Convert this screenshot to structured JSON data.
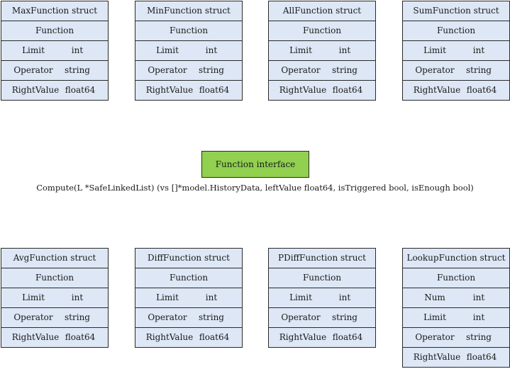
{
  "interface": {
    "name": "Function interface",
    "signature": "Compute(L *SafeLinkedList) (vs []*model.HistoryData, leftValue float64, isTriggered bool, isEnough bool)"
  },
  "structs": [
    {
      "title": "MaxFunction struct",
      "embedded": "Function",
      "fields": [
        {
          "name": "Limit",
          "type": "int"
        },
        {
          "name": "Operator",
          "type": "string"
        },
        {
          "name": "RightValue",
          "type": "float64"
        }
      ]
    },
    {
      "title": "MinFunction struct",
      "embedded": "Function",
      "fields": [
        {
          "name": "Limit",
          "type": "int"
        },
        {
          "name": "Operator",
          "type": "string"
        },
        {
          "name": "RightValue",
          "type": "float64"
        }
      ]
    },
    {
      "title": "AllFunction struct",
      "embedded": "Function",
      "fields": [
        {
          "name": "Limit",
          "type": "int"
        },
        {
          "name": "Operator",
          "type": "string"
        },
        {
          "name": "RightValue",
          "type": "float64"
        }
      ]
    },
    {
      "title": "SumFunction struct",
      "embedded": "Function",
      "fields": [
        {
          "name": "Limit",
          "type": "int"
        },
        {
          "name": "Operator",
          "type": "string"
        },
        {
          "name": "RightValue",
          "type": "float64"
        }
      ]
    },
    {
      "title": "AvgFunction struct",
      "embedded": "Function",
      "fields": [
        {
          "name": "Limit",
          "type": "int"
        },
        {
          "name": "Operator",
          "type": "string"
        },
        {
          "name": "RightValue",
          "type": "float64"
        }
      ]
    },
    {
      "title": "DiffFunction struct",
      "embedded": "Function",
      "fields": [
        {
          "name": "Limit",
          "type": "int"
        },
        {
          "name": "Operator",
          "type": "string"
        },
        {
          "name": "RightValue",
          "type": "float64"
        }
      ]
    },
    {
      "title": "PDiffFunction struct",
      "embedded": "Function",
      "fields": [
        {
          "name": "Limit",
          "type": "int"
        },
        {
          "name": "Operator",
          "type": "string"
        },
        {
          "name": "RightValue",
          "type": "float64"
        }
      ]
    },
    {
      "title": "LookupFunction struct",
      "embedded": "Function",
      "fields": [
        {
          "name": "Num",
          "type": "int"
        },
        {
          "name": "Limit",
          "type": "int"
        },
        {
          "name": "Operator",
          "type": "string"
        },
        {
          "name": "RightValue",
          "type": "float64"
        }
      ]
    }
  ]
}
